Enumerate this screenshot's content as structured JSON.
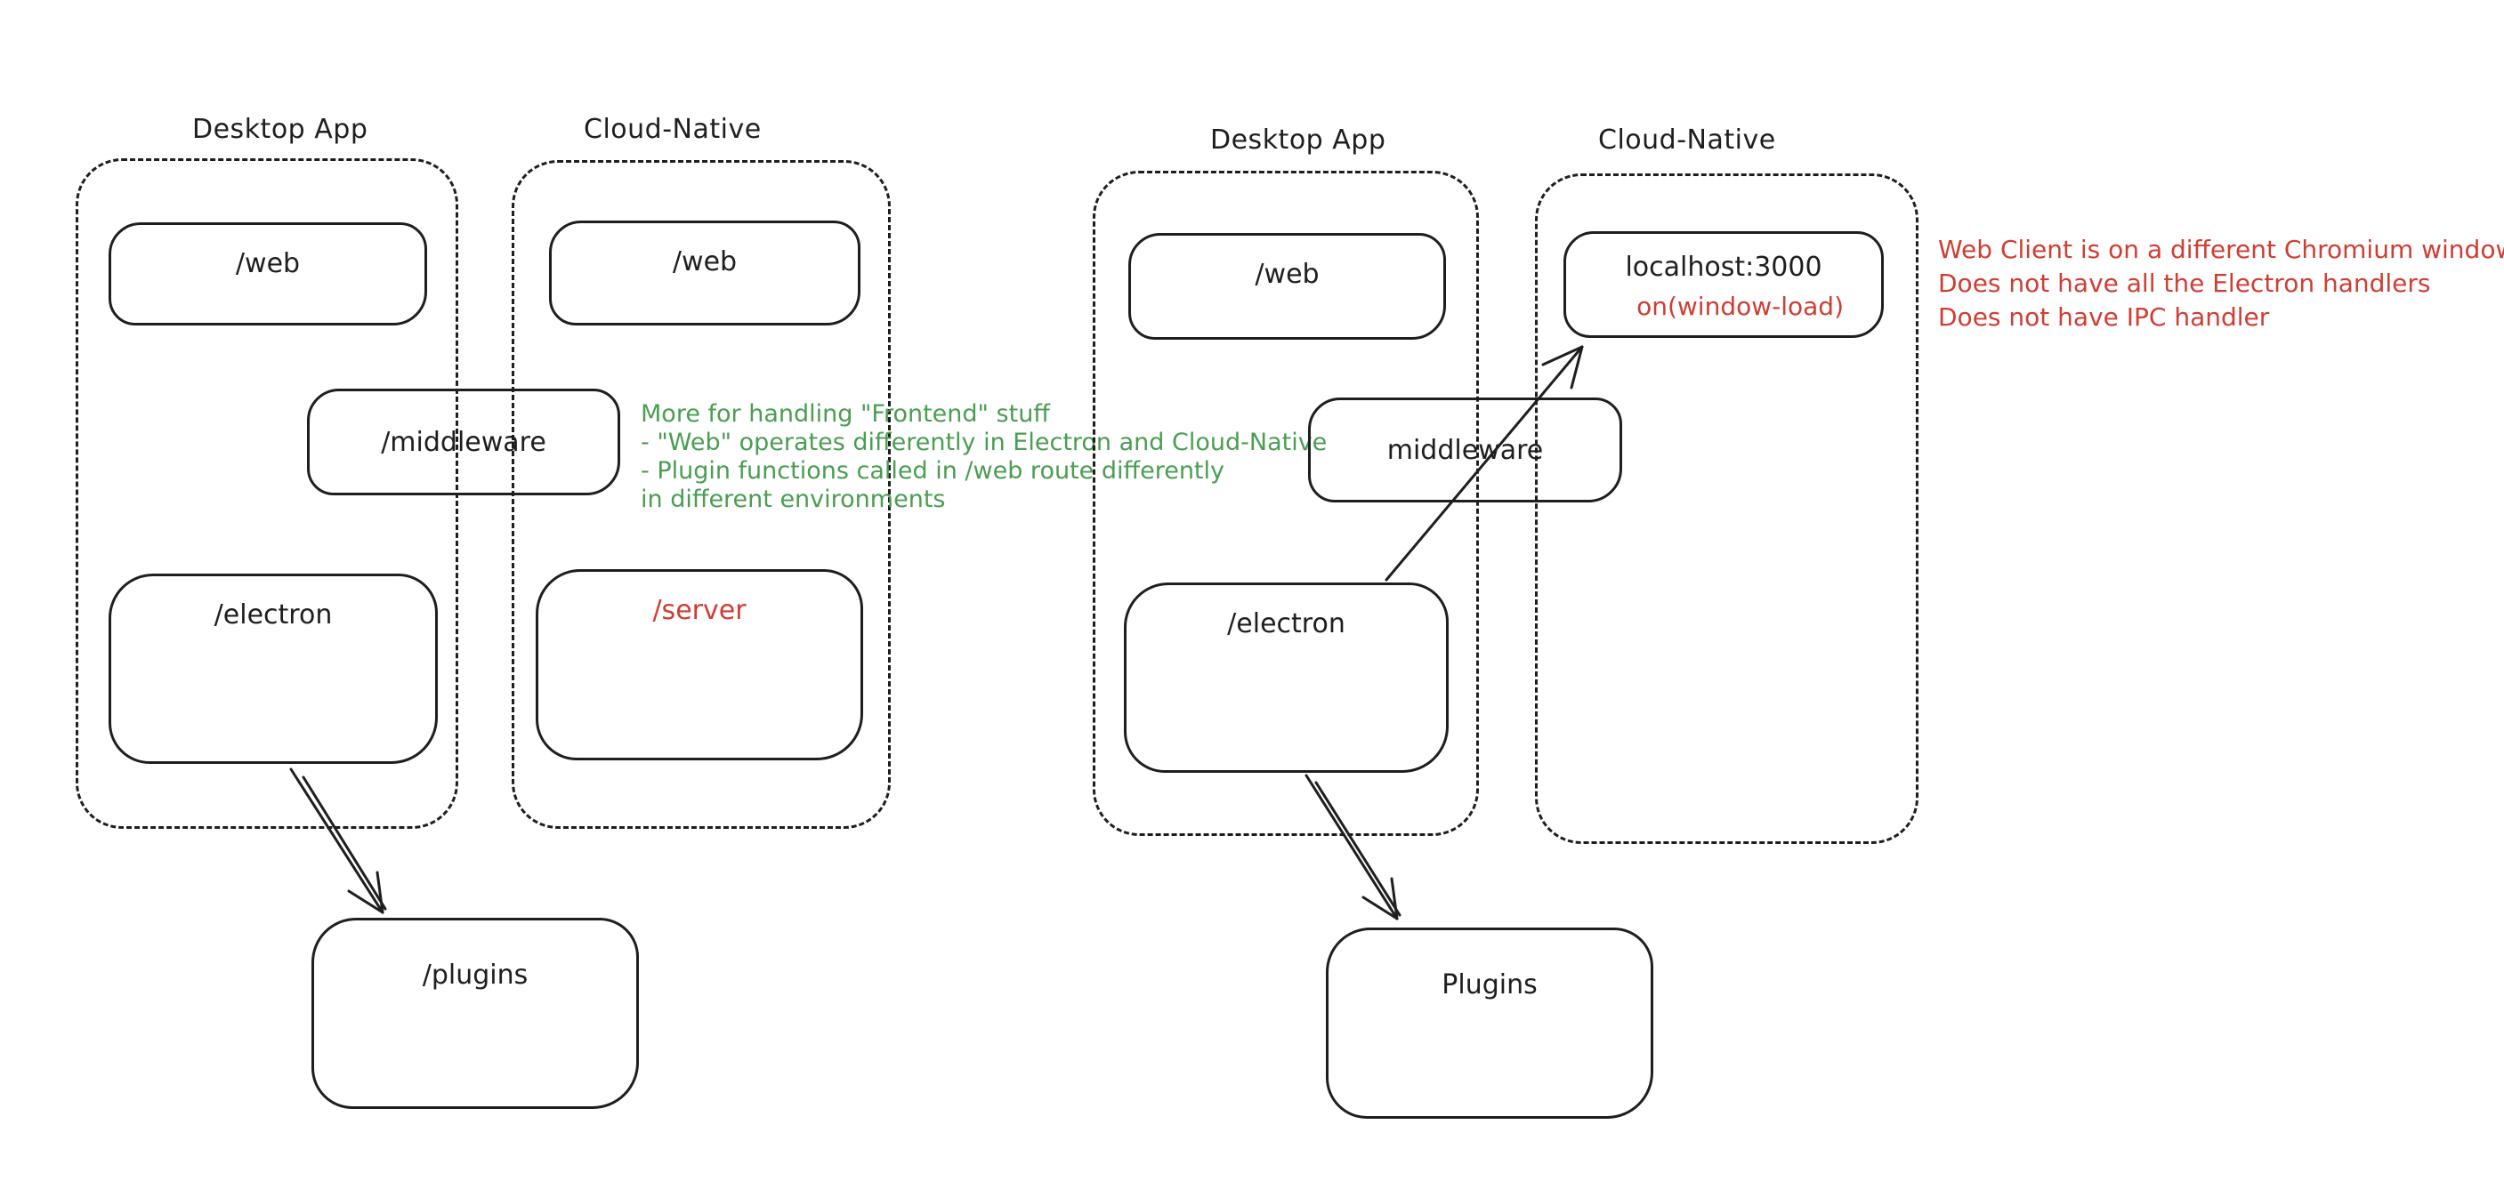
{
  "colors": {
    "ink": "#1e1e1e",
    "red": "#cf3d33",
    "green": "#4a9d51",
    "background": "#ffffff"
  },
  "left": {
    "desktop_label": "Desktop App",
    "cloud_label": "Cloud-Native",
    "web_desktop": "/web",
    "web_cloud": "/web",
    "middleware": "/middleware",
    "electron": "/electron",
    "server": "/server",
    "plugins": "/plugins",
    "note": [
      "More for handling \"Frontend\" stuff",
      "- \"Web\" operates differently in Electron and Cloud-Native",
      "- Plugin functions called in /web route differently",
      "in different environments"
    ]
  },
  "right": {
    "desktop_label": "Desktop App",
    "cloud_label": "Cloud-Native",
    "web": "/web",
    "middleware": "middleware",
    "electron": "/electron",
    "localhost": "localhost:3000",
    "window_load": "on(window-load)",
    "plugins": "Plugins",
    "note": [
      "Web Client is on a different Chromium window",
      "Does not have all the Electron handlers",
      "Does not have IPC handler"
    ]
  }
}
